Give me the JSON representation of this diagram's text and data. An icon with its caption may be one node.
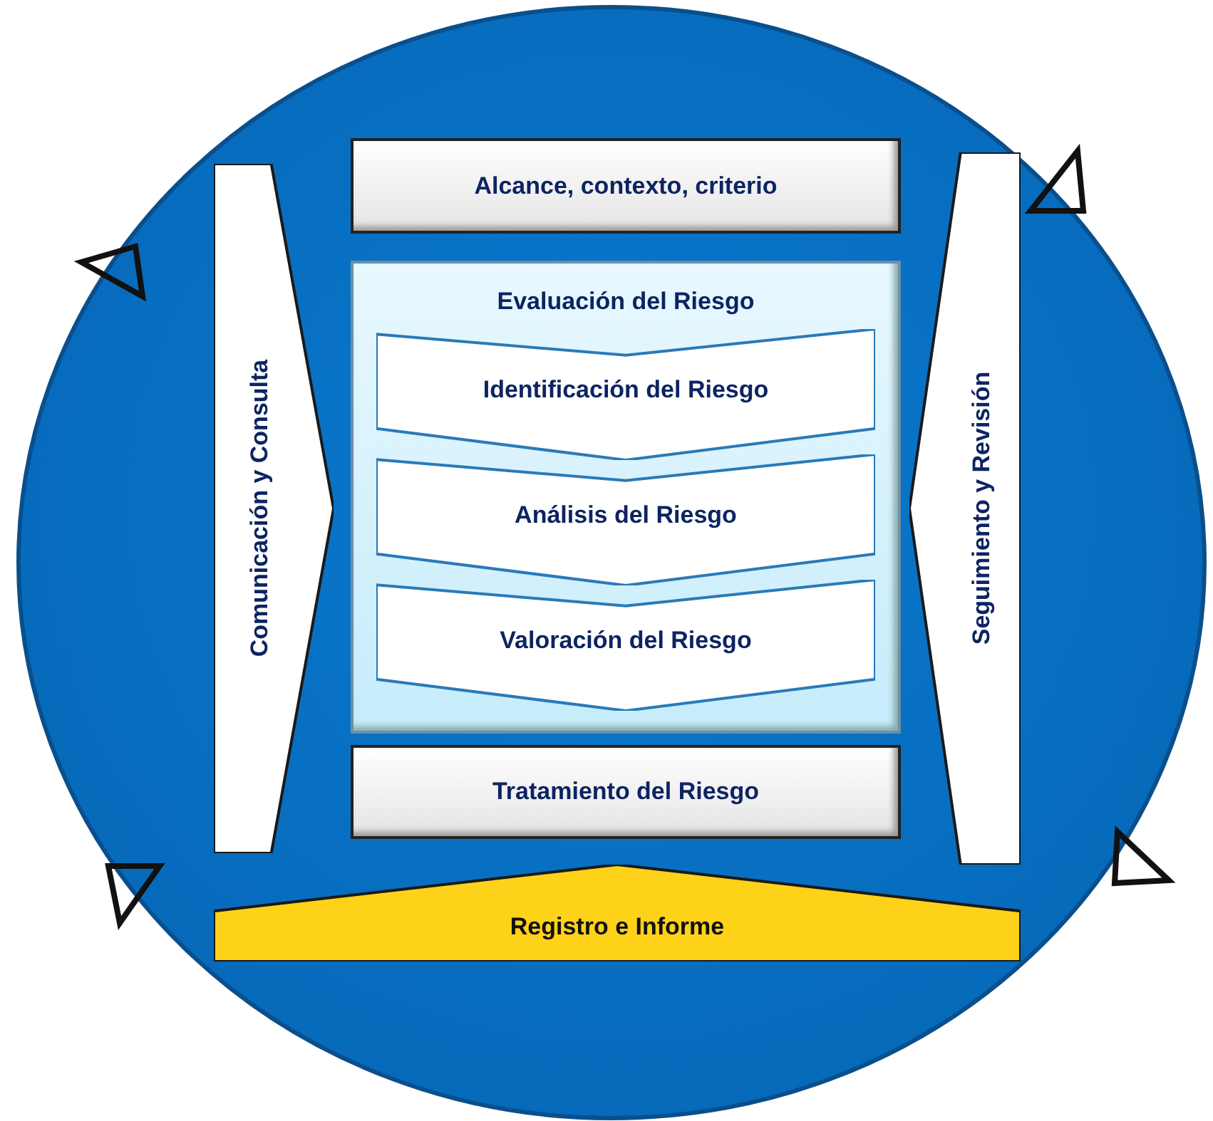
{
  "diagram": {
    "nodes": [
      {
        "text": [
          "Comunicación y Consulta"
        ]
      },
      {
        "text": [
          "Alcance, contexto, criterio"
        ]
      },
      {
        "text": [
          "Evaluación del Riesgo"
        ]
      },
      {
        "text": [
          "Identificación del Riesgo"
        ],
        "in": 2
      },
      {
        "text": [
          "Análisis del Riesgo"
        ],
        "in": 2
      },
      {
        "text": [
          "Valoración del Riesgo"
        ],
        "in": 2
      },
      {
        "text": [
          "Tratamiento del Riesgo"
        ]
      },
      {
        "text": [
          "Seguimiento y Revisión"
        ]
      },
      {
        "text": [
          "Registro e Informe"
        ]
      }
    ],
    "edges": []
  }
}
